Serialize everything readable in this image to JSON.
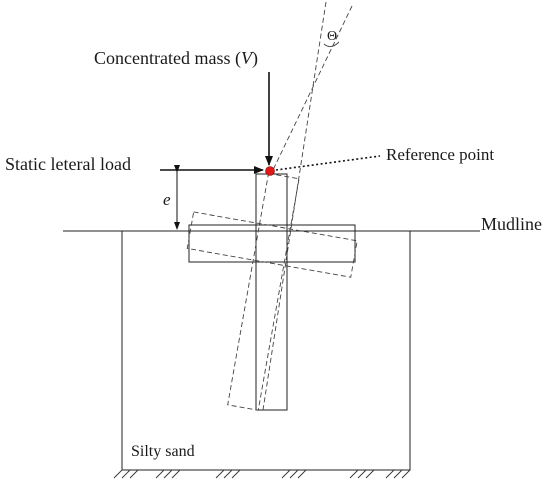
{
  "labels": {
    "concentrated_mass": "Concentrated mass (",
    "concentrated_mass_var": "V",
    "concentrated_mass_close": ")",
    "static_lateral_load": "Static leteral load",
    "reference_point": "Reference point",
    "eccentricity": "e",
    "mudline": "Mudline",
    "rotation_angle": "Θ",
    "soil": "Silty sand"
  },
  "colors": {
    "reference_point": "#e01818",
    "lines": "#222222"
  }
}
